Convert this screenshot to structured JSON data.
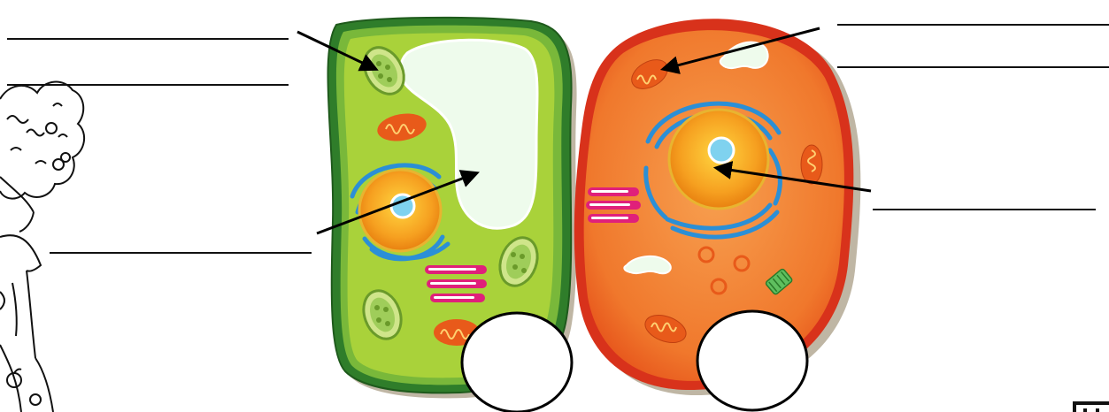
{
  "worksheet": {
    "answer_blanks": [
      {
        "id": "blank-chloroplast",
        "value": ""
      },
      {
        "id": "blank-left-2",
        "value": ""
      },
      {
        "id": "blank-vacuole",
        "value": ""
      },
      {
        "id": "blank-mitochondria-1",
        "value": ""
      },
      {
        "id": "blank-mitochondria-2",
        "value": ""
      },
      {
        "id": "blank-nucleus",
        "value": ""
      }
    ],
    "label_circles": [
      {
        "id": "plant-cell-circle",
        "value": ""
      },
      {
        "id": "animal-cell-circle",
        "value": ""
      }
    ]
  },
  "colors": {
    "plant_wall": "#2f7d2a",
    "plant_cytoplasm": "#a9d23a",
    "plant_vacuole": "#eefbec",
    "animal_membrane": "#d8321b",
    "animal_cytoplasm": "#f0782c",
    "nucleus": "#f6a020",
    "golgi": "#2b8fd6",
    "mitochondria": "#e85a1a",
    "arrow": "#000000"
  },
  "icons": [
    "girl-illustration",
    "chloroplast-icon",
    "mitochondria-icon",
    "golgi-icon",
    "centriole-icon"
  ]
}
